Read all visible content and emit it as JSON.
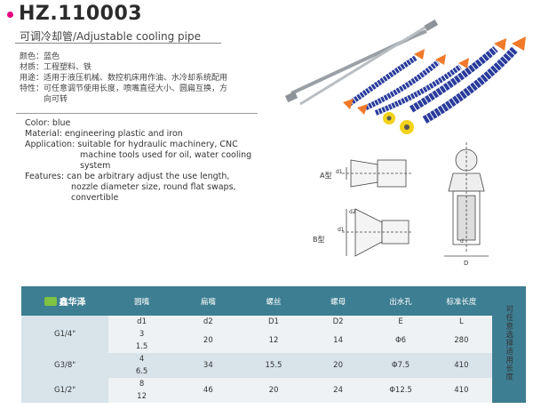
{
  "header": {
    "model_code": "HZ.110003",
    "subtitle": "可调冷却管/Adjustable cooling pipe"
  },
  "chinese_specs": [
    "颜色：蓝色",
    "材质：工程塑料、铁",
    "用途：适用于液压机械、数控机床用作油、水冷却系统配用",
    "特性：可任意调节使用长度，喷嘴直径大小、圆扁互换，方",
    "　　　向可转"
  ],
  "english_specs": {
    "color": "Color: blue",
    "material": "Material: engineering plastic and iron",
    "application_1": "Application: suitable for hydraulic machinery, CNC",
    "application_2": "machine tools used for oil, water cooling",
    "application_3": "system",
    "features_1": "Features:  can be arbitrary adjust the use length,",
    "features_2": "nozzle diameter size, round flat swaps,",
    "features_3": "convertible"
  },
  "diagram_labels": {
    "type_a": "A型",
    "type_b": "B型",
    "d1_a": "d1",
    "d1_b": "d1",
    "d2": "d2",
    "d": "d",
    "D": "D"
  },
  "table": {
    "brand": "鑫华泽",
    "headers": [
      "圆嘴",
      "扁嘴",
      "螺丝",
      "螺母",
      "出水孔",
      "标准长度"
    ],
    "units": [
      "d1",
      "d2",
      "D1",
      "D2",
      "E",
      "L"
    ],
    "side_note": "可任意选择适用长度",
    "rows": [
      {
        "thread": "G1/4\"",
        "d1": [
          "3",
          "1.5"
        ],
        "d2": "20",
        "D1": "12",
        "D2": "14",
        "E": "Φ6",
        "L": "280"
      },
      {
        "thread": "G3/8\"",
        "d1": [
          "4",
          "6.5"
        ],
        "d2": "34",
        "D1": "15.5",
        "D2": "20",
        "E": "Φ7.5",
        "L": "410"
      },
      {
        "thread": "G1/2\"",
        "d1": [
          "8",
          "12"
        ],
        "d2": "46",
        "D1": "20",
        "D2": "24",
        "E": "Φ12.5",
        "L": "410"
      }
    ]
  },
  "colors": {
    "accent": "#e6007e",
    "table_header": "#3d7e92",
    "pipe_blue": "#2a3b9c",
    "nozzle_orange": "#f07a2a",
    "fitting_yellow": "#f2d21a"
  }
}
